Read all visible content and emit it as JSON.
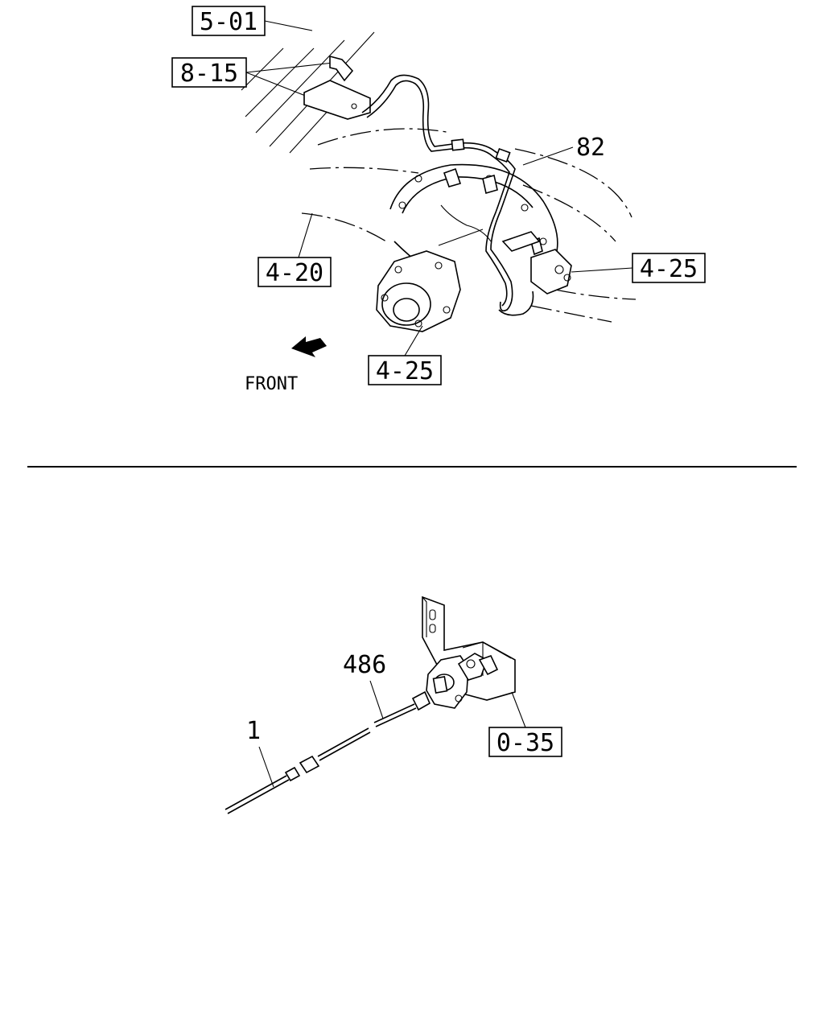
{
  "top_diagram": {
    "ref_5_01": "5-01",
    "ref_8_15": "8-15",
    "part_82": "82",
    "ref_4_20": "4-20",
    "ref_4_25_right": "4-25",
    "ref_4_25_bottom": "4-25",
    "front_label": "FRONT"
  },
  "bottom_diagram": {
    "part_486": "486",
    "part_1": "1",
    "ref_0_35": "0-35"
  }
}
